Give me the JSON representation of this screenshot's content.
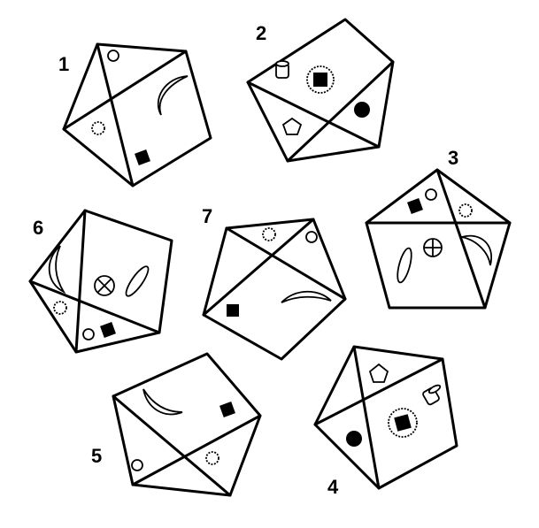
{
  "pentagons": [
    {
      "label": "1"
    },
    {
      "label": "2"
    },
    {
      "label": "3"
    },
    {
      "label": "4"
    },
    {
      "label": "5"
    },
    {
      "label": "6"
    },
    {
      "label": "7"
    }
  ],
  "icons": [
    "small-circle-icon",
    "crescent-icon",
    "sun-circle-icon",
    "black-square-icon",
    "cylinder-icon",
    "starburst-square-icon",
    "black-circle-icon",
    "pentagon-outline-icon",
    "crossed-circle-icon",
    "ellipse-icon"
  ]
}
